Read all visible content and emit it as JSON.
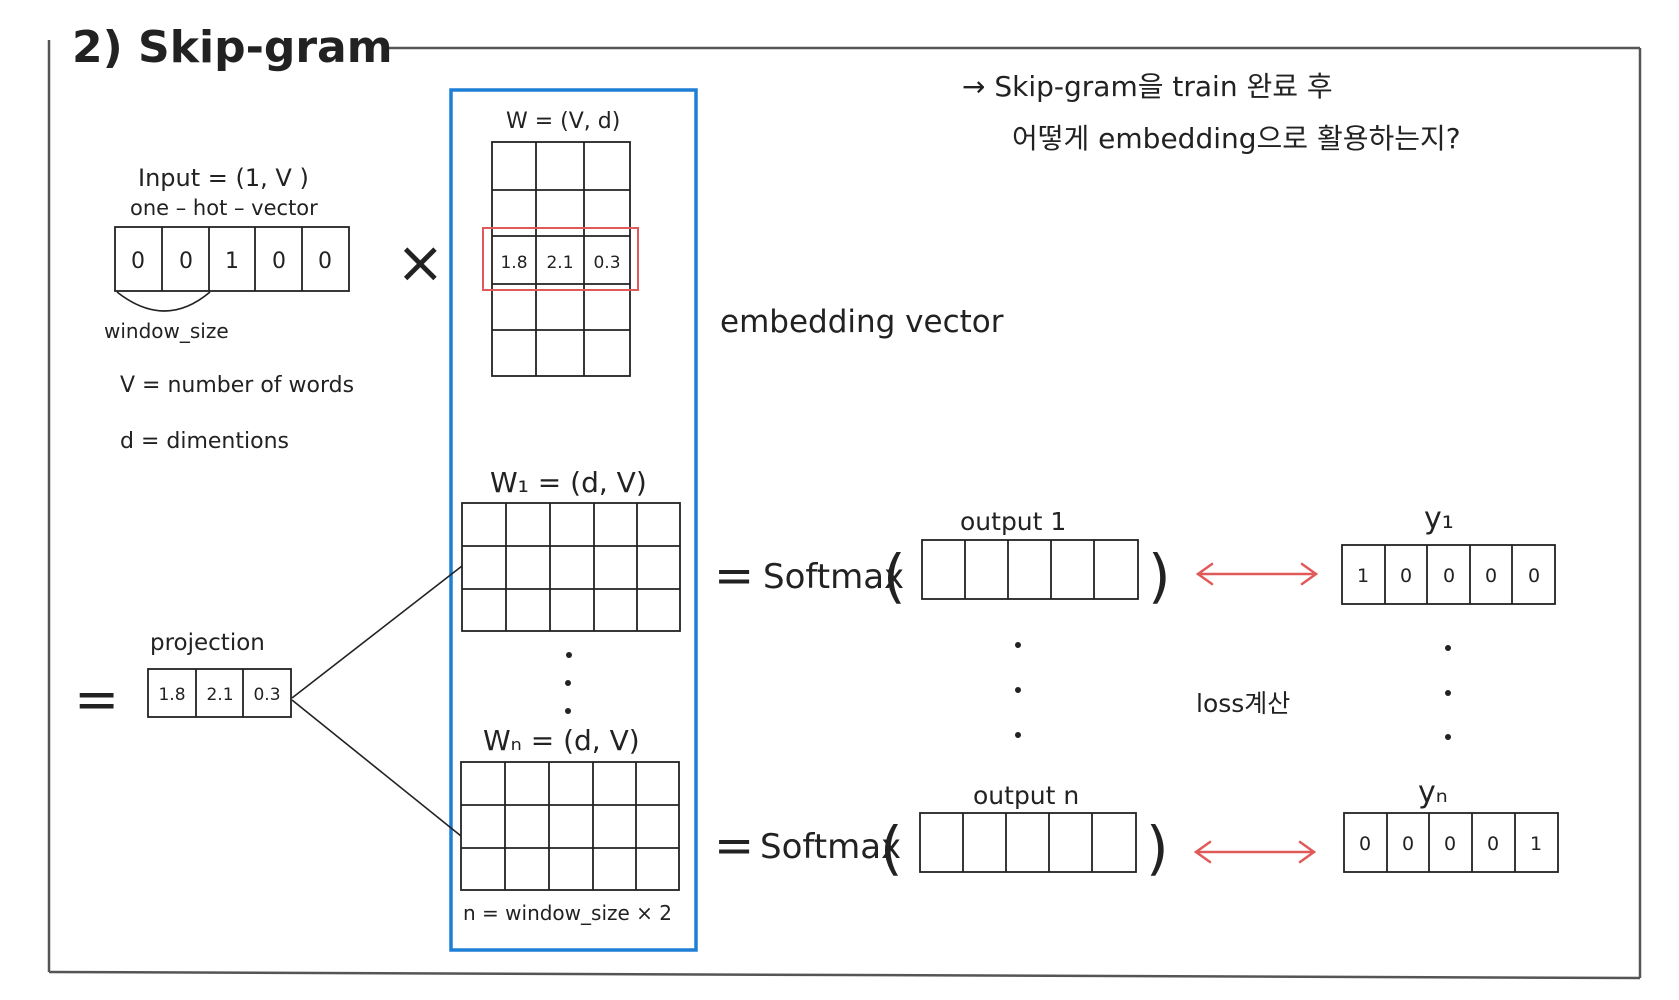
{
  "title": "2) Skip-gram",
  "note": {
    "line1": "→ Skip-gram을 train 완료 후",
    "line2": "어떻게 embedding으로 활용하는지?",
    "color": "#6fb13c"
  },
  "input": {
    "label": "Input = (1, V )",
    "sublabel": "one – hot – vector",
    "cells": [
      "0",
      "0",
      "1",
      "0",
      "0"
    ],
    "window_label": "window_size"
  },
  "legend": {
    "v_def": "V  = number of words",
    "d_def": "d  = dimentions"
  },
  "times_symbol": "×",
  "equals_symbol": "=",
  "matrix_w": {
    "label": "W = (V, d)",
    "highlight_row": [
      "1.8",
      "2.1",
      "0.3"
    ],
    "highlight_color": "#e05a5a"
  },
  "embedding_label": "embedding vector",
  "embedding_color": "#1e7fd6",
  "projection": {
    "label": "projection",
    "cells": [
      "1.8",
      "2.1",
      "0.3"
    ]
  },
  "matrix_w1": {
    "label": "W₁ = (d, V)"
  },
  "matrix_wn": {
    "label": "Wₙ = (d, V)"
  },
  "n_note": "n = window_size × 2",
  "box_color": "#1e7fd6",
  "softmax_word": "Softmax",
  "softmax_color": "#e05a5a",
  "output1_label": "output 1",
  "outputn_label": "output n",
  "y1": {
    "label": "y₁",
    "cells": [
      "1",
      "0",
      "0",
      "0",
      "0"
    ]
  },
  "yn": {
    "label": "yₙ",
    "cells": [
      "0",
      "0",
      "0",
      "0",
      "1"
    ]
  },
  "loss_label": "loss계산",
  "loss_color": "#e05a5a"
}
